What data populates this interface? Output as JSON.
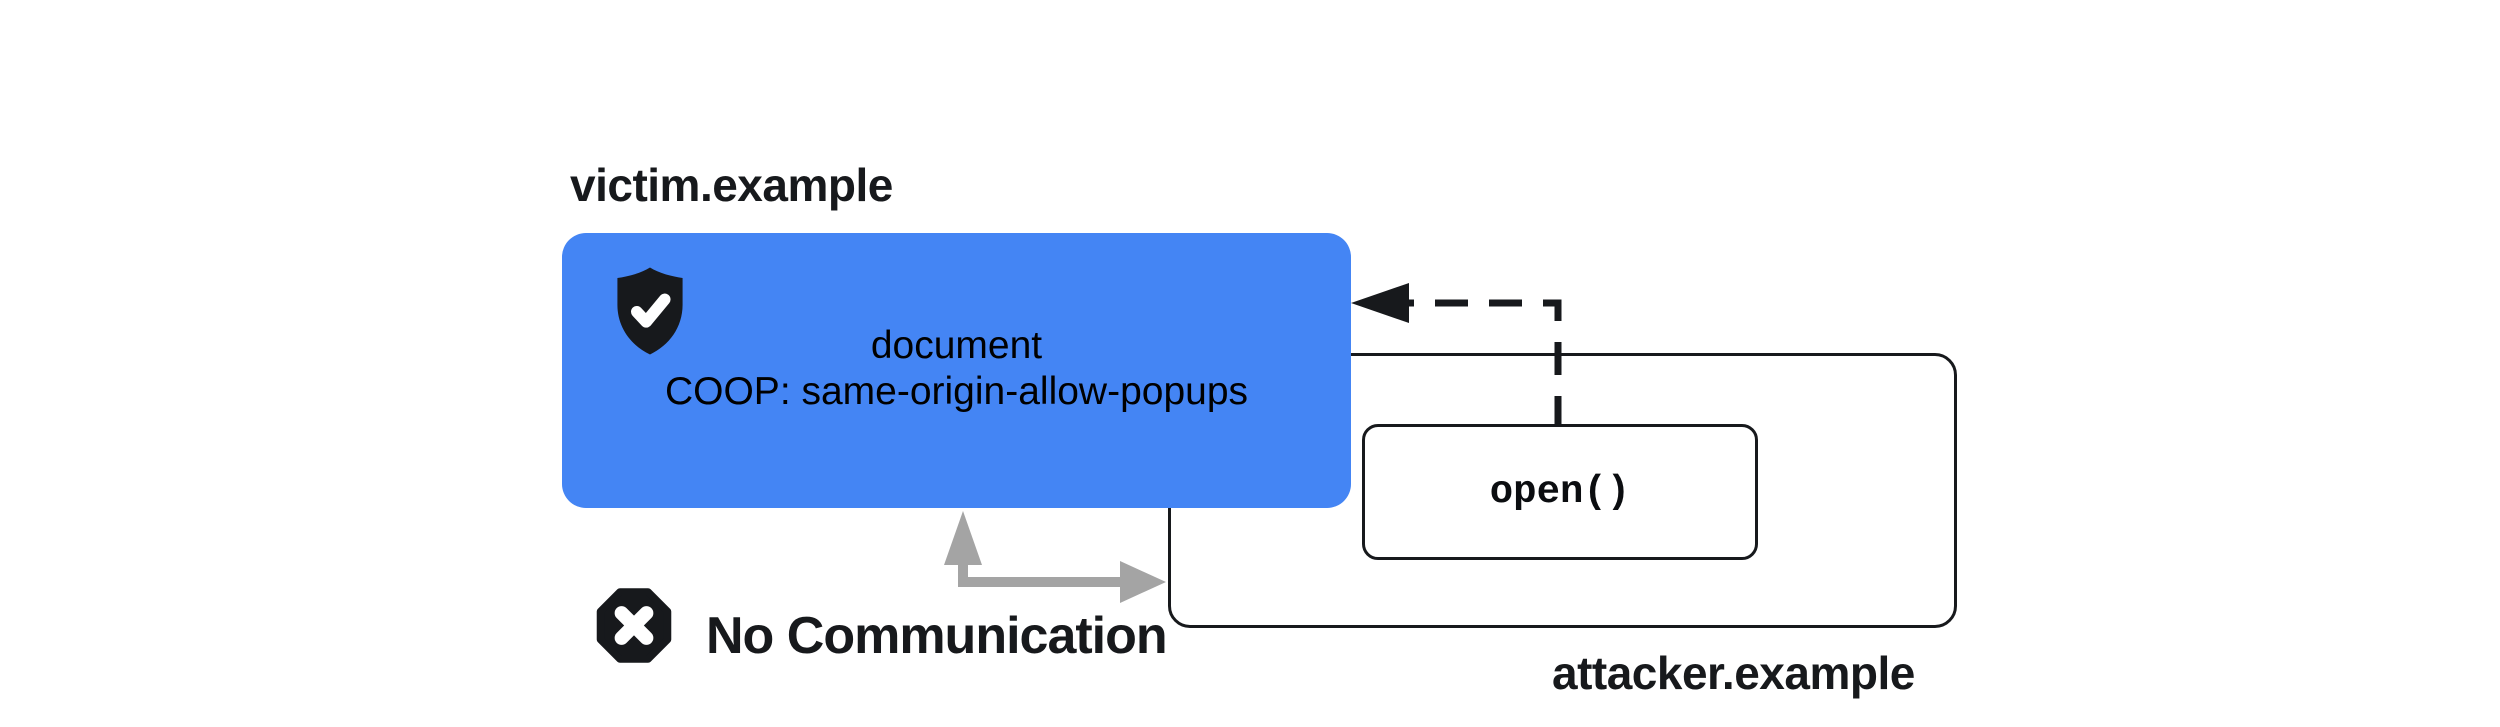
{
  "victim": {
    "label": "victim.example",
    "doc_line1": "document",
    "doc_line2": "COOP: same-origin-allow-popups"
  },
  "attacker": {
    "label": "attacker.example",
    "open_label": "open()"
  },
  "blocked": {
    "label": "No Communication"
  },
  "icons": {
    "verified": "shield-check-icon",
    "blocked": "octagon-x-icon",
    "popup_reference": "dashed-left-arrow",
    "communication": "gray-elbow-double-arrow"
  },
  "colors": {
    "victim_box": "#4485f4",
    "ink": "#17191c",
    "arrow_gray": "#a4a4a4",
    "code_ink": "#0b0d10",
    "bg": "#ffffff"
  }
}
